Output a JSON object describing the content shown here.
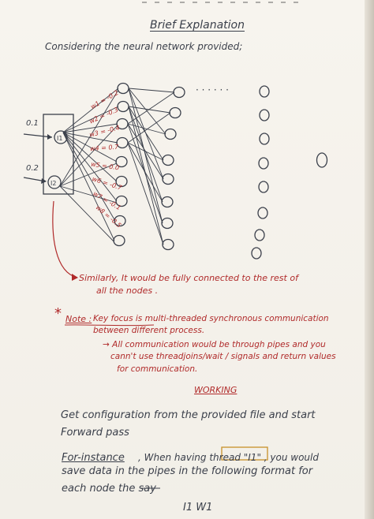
{
  "title": "Brief Explanation",
  "intro": "Considering the neural network provided;",
  "diagram": {
    "inputs": [
      "0.1",
      "0.2"
    ],
    "input_nodes": [
      "I1",
      "I2"
    ],
    "weights": [
      "w1 = -0.2",
      "w2 = -0.3",
      "w3 = -0.4",
      "w4 = 0.7",
      "w5 = 0.0",
      "w6 = -0.7",
      "w7 = -0.1",
      "w8 = -0.5"
    ],
    "ellipsis": "· · · · · ·",
    "annotation_line1": "Similarly, It would be fully connected to the rest of",
    "annotation_line2": "all the nodes ."
  },
  "note": {
    "star": "*",
    "label": "Note :",
    "line1": "Key focus is multi-threaded synchronous communication",
    "line2": "between different process.",
    "line3": "→ All communication would be through pipes and you",
    "line4": "cann't use threadjoins/wait / signals and return values",
    "line5": "for communication."
  },
  "working": {
    "heading": "WORKING",
    "line1": "Get configuration from the provided file and start",
    "line2": "Forward pass",
    "for_instance": "For-instance",
    "line3": ", When having thread \"I1\" , you would",
    "line4": "save data in the pipes in the following format for",
    "line5": "each node the say",
    "subscript": "I1 W1"
  },
  "colors": {
    "paper": "#f4f1ea",
    "ink_blue": "#3a3f4a",
    "ink_red": "#b02a2a"
  }
}
